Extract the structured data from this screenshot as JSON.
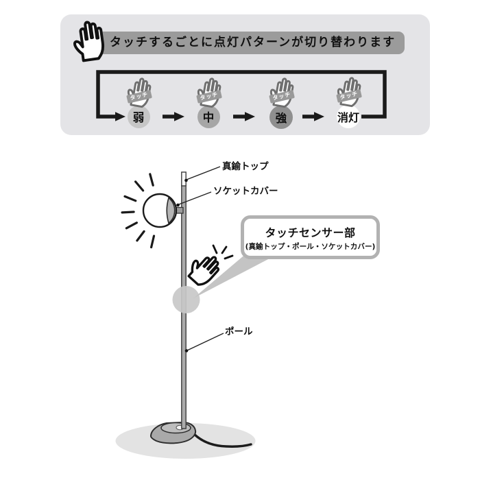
{
  "instruction_panel": {
    "headline": "タッチするごとに点灯パターンが切り替わります",
    "hand_icon": "hand-icon",
    "sequence": {
      "loop": true,
      "steps": [
        {
          "touch": "タッチ",
          "label": "弱",
          "color": "#c6c6c6"
        },
        {
          "touch": "タッチ",
          "label": "中",
          "color": "#a6a6a6"
        },
        {
          "touch": "タッチ",
          "label": "強",
          "color": "#8f8f8f"
        },
        {
          "touch": "タッチ",
          "label": "消灯",
          "color": "#ffffff"
        }
      ]
    },
    "colors": {
      "panel_bg": "#e4e4e7",
      "bar_bg": "#9b9b9b",
      "frame": "#1a1a1a"
    }
  },
  "diagram": {
    "labels": {
      "brass_top": "真鍮トップ",
      "socket_cover": "ソケットカバー",
      "pole": "ポール"
    },
    "callout": {
      "title": "タッチセンサー部",
      "subtitle": "(真鍮トップ・ポール・ソケットカバー)"
    },
    "colors": {
      "highlight_circle": "#c8c8c8",
      "callout_border": "#b2b2b2"
    }
  }
}
